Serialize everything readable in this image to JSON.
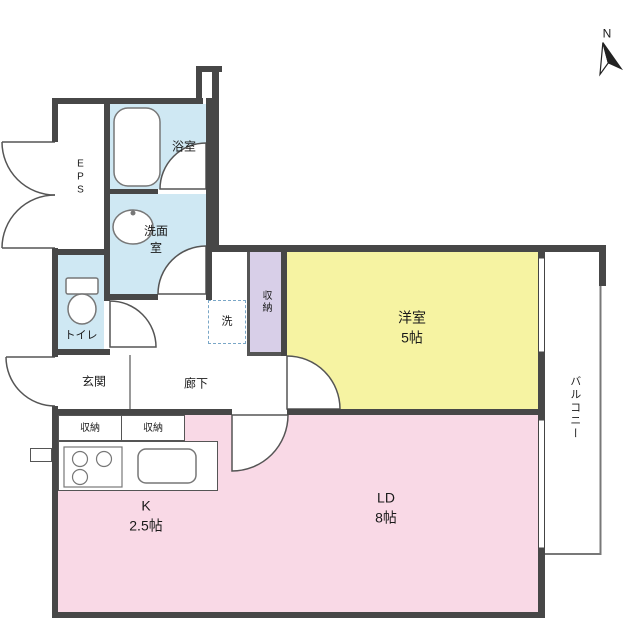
{
  "floorplan": {
    "compass": {
      "label": "N"
    },
    "rooms": {
      "bathroom": {
        "label": "浴室"
      },
      "eps": {
        "label": "EPS"
      },
      "washroom": {
        "label": "洗面室"
      },
      "toilet": {
        "label": "トイレ"
      },
      "entrance": {
        "label": "玄関"
      },
      "hallway": {
        "label": "廊下"
      },
      "washer_space": {
        "label": "洗"
      },
      "hall_closet": {
        "label": "収納"
      },
      "western_room": {
        "label": "洋室\n5帖"
      },
      "balcony": {
        "label": "バルコニー"
      },
      "living_dining": {
        "label": "LD\n8帖"
      },
      "kitchen": {
        "label": "K\n2.5帖"
      },
      "entrance_closet_left": {
        "label": "収納"
      },
      "entrance_closet_right": {
        "label": "収納"
      }
    },
    "colors": {
      "wet_area": "#cfe8f3",
      "bedroom": "#f6f3a2",
      "living": "#f9d9e6",
      "closet": "#d8cfe8",
      "wall": "#474747",
      "washer_dash": "#7aa7c7"
    }
  }
}
